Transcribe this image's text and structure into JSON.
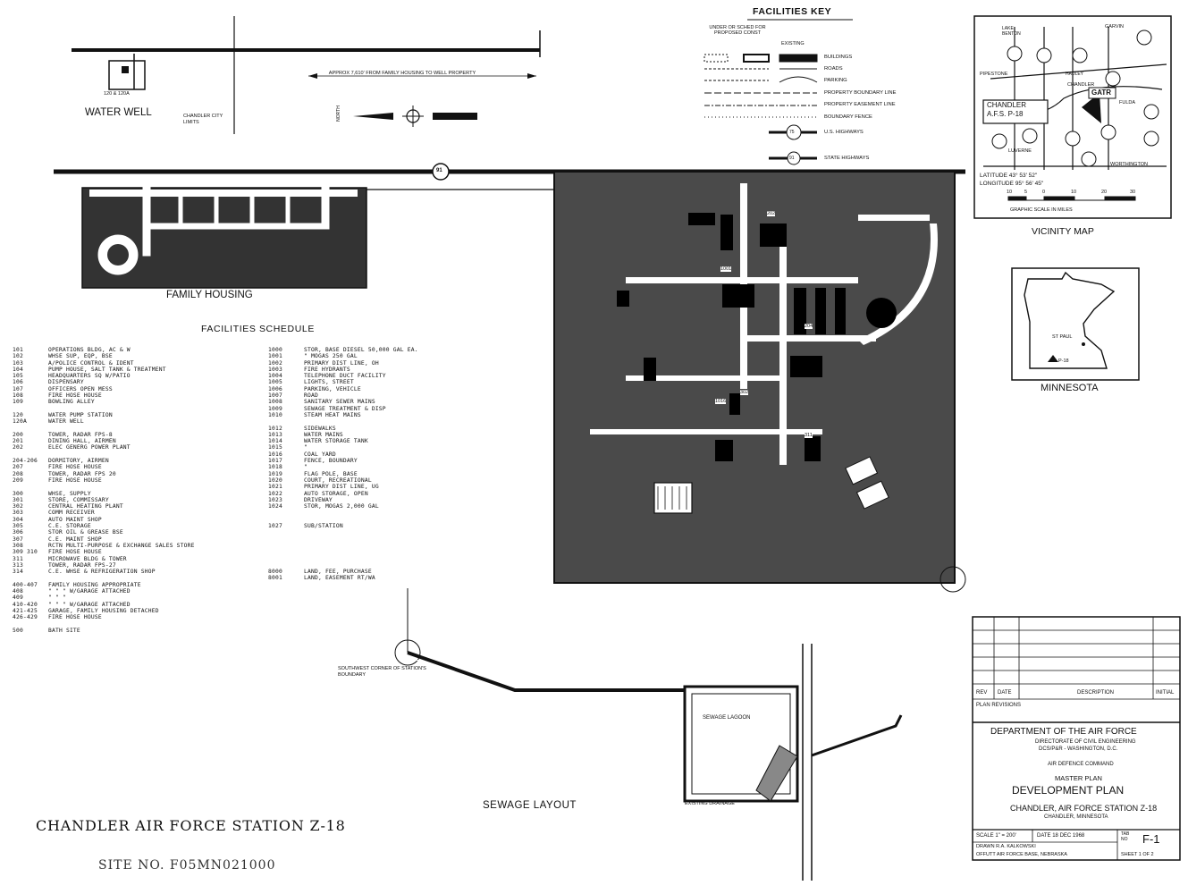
{
  "headings": {
    "facilities_key": "FACILITIES KEY",
    "water_well": "WATER WELL",
    "chandler_city_limits": "CHANDLER CITY LIMITS",
    "well_note": "APPROX 7,610' FROM FAMILY HOUSING TO WELL PROPERTY",
    "well_bldg": "120 & 120A",
    "north": "NORTH",
    "family_housing": "FAMILY HOUSING",
    "facilities_schedule": "FACILITIES SCHEDULE",
    "sewage_layout": "SEWAGE LAYOUT",
    "sewage_lagoon": "SEWAGE LAGOON",
    "existing_drainage": "EXISTING DRAINAGE",
    "southwest_corner": "SOUTHWEST CORNER OF STATION'S BOUNDARY",
    "vicinity_map": "VICINITY MAP",
    "minnesota": "MINNESOTA",
    "station_name": "CHANDLER AIR FORCE STATION Z-18",
    "site_no": "SITE NO. F05MN021000",
    "route_label": "91"
  },
  "key": {
    "col_headers": [
      "UNDER OR SCHED FOR PROPOSED CONST",
      "EXISTING"
    ],
    "items": [
      "BUILDINGS",
      "ROADS",
      "PARKING",
      "PROPERTY BOUNDARY LINE",
      "PROPERTY EASEMENT LINE",
      "BOUNDARY FENCE",
      "U.S. HIGHWAYS",
      "STATE HIGHWAYS"
    ],
    "us_shield": "75",
    "state_shield": "91"
  },
  "vicinity": {
    "towns": [
      "LAKE BENTON",
      "PIPESTONE",
      "CHANDLER",
      "CHANDLER A.F.S. P-18",
      "GATR",
      "FULDA",
      "LUVERNE",
      "WORTHINGTON",
      "GARVIN",
      "HADLEY"
    ],
    "latitude": "LATITUDE 43° 53' 52\"",
    "longitude": "LONGITUDE 95° 56' 45\"",
    "scale_ticks": [
      "10",
      "5",
      "0",
      "10",
      "20",
      "30"
    ],
    "scale_label": "GRAPHIC SCALE IN MILES",
    "st_paul": "ST PAUL",
    "p18": "P-18"
  },
  "schedule": {
    "left": [
      [
        "101",
        "OPERATIONS BLDG, AC & W"
      ],
      [
        "102",
        "WHSE SUP, EQP, BSE"
      ],
      [
        "103",
        "A/POLICE CONTROL & IDENT"
      ],
      [
        "104",
        "PUMP HOUSE, SALT TANK & TREATMENT"
      ],
      [
        "105",
        "HEADQUARTERS SQ W/PATIO"
      ],
      [
        "106",
        "DISPENSARY"
      ],
      [
        "107",
        "OFFICERS OPEN MESS"
      ],
      [
        "108",
        "FIRE HOSE HOUSE"
      ],
      [
        "109",
        "BOWLING ALLEY"
      ],
      [
        "",
        ""
      ],
      [
        "120",
        "WATER PUMP STATION"
      ],
      [
        "120A",
        "WATER WELL"
      ],
      [
        "",
        ""
      ],
      [
        "200",
        "TOWER, RADAR FPS-8"
      ],
      [
        "201",
        "DINING HALL, AIRMEN"
      ],
      [
        "202",
        "ELEC GENERG POWER PLANT"
      ],
      [
        "",
        ""
      ],
      [
        "204-206",
        "DORMITORY, AIRMEN"
      ],
      [
        "207",
        "FIRE HOSE HOUSE"
      ],
      [
        "208",
        "TOWER, RADAR FPS 20"
      ],
      [
        "209",
        "FIRE HOSE HOUSE"
      ],
      [
        "",
        ""
      ],
      [
        "300",
        "WHSE, SUPPLY"
      ],
      [
        "301",
        "STORE, COMMISSARY"
      ],
      [
        "302",
        "CENTRAL HEATING PLANT"
      ],
      [
        "303",
        "COMM RECEIVER"
      ],
      [
        "304",
        "AUTO MAINT SHOP"
      ],
      [
        "305",
        "C.E. STORAGE"
      ],
      [
        "306",
        "STOR OIL & GREASE BSE"
      ],
      [
        "307",
        "C.E. MAINT SHOP"
      ],
      [
        "308",
        "RCTN MULTI-PURPOSE & EXCHANGE SALES STORE"
      ],
      [
        "309 310",
        "FIRE HOSE HOUSE"
      ],
      [
        "311",
        "MICROWAVE BLDG & TOWER"
      ],
      [
        "313",
        "TOWER, RADAR FPS-27"
      ],
      [
        "314",
        "C.E. WHSE & REFRIGERATION SHOP"
      ],
      [
        "",
        ""
      ],
      [
        "400-407",
        "FAMILY HOUSING APPROPRIATE"
      ],
      [
        "408",
        "\"        \"        \"      W/GARAGE ATTACHED"
      ],
      [
        "409",
        "\"        \"        \""
      ],
      [
        "410-420",
        "\"        \"        \"      W/GARAGE ATTACHED"
      ],
      [
        "421-425",
        "GARAGE, FAMILY HOUSING DETACHED"
      ],
      [
        "426-429",
        "FIRE HOSE HOUSE"
      ],
      [
        "",
        ""
      ],
      [
        "500",
        "BATH SITE"
      ]
    ],
    "right": [
      [
        "1000",
        "STOR, BASE DIESEL 50,000 GAL EA."
      ],
      [
        "1001",
        "\"      MOGAS       250 GAL"
      ],
      [
        "1002",
        "PRIMARY DIST LINE, OH"
      ],
      [
        "1003",
        "FIRE HYDRANTS"
      ],
      [
        "1004",
        "TELEPHONE DUCT FACILITY"
      ],
      [
        "1005",
        "LIGHTS, STREET"
      ],
      [
        "1006",
        "PARKING, VEHICLE"
      ],
      [
        "1007",
        "ROAD"
      ],
      [
        "1008",
        "SANITARY SEWER MAINS"
      ],
      [
        "1009",
        "SEWAGE TREATMENT & DISP"
      ],
      [
        "1010",
        "STEAM HEAT MAINS"
      ],
      [
        "",
        ""
      ],
      [
        "1012",
        "SIDEWALKS"
      ],
      [
        "1013",
        "WATER MAINS"
      ],
      [
        "1014",
        "WATER STORAGE TANK"
      ],
      [
        "1015",
        "\""
      ],
      [
        "1016",
        "COAL YARD"
      ],
      [
        "1017",
        "FENCE, BOUNDARY"
      ],
      [
        "1018",
        "\""
      ],
      [
        "1019",
        "FLAG POLE, BASE"
      ],
      [
        "1020",
        "COURT, RECREATIONAL"
      ],
      [
        "1021",
        "PRIMARY DIST LINE, UG"
      ],
      [
        "1022",
        "AUTO STORAGE, OPEN"
      ],
      [
        "1023",
        "DRIVEWAY"
      ],
      [
        "1024",
        "STOR, MOGAS 2,000 GAL"
      ],
      [
        "",
        ""
      ],
      [
        "",
        ""
      ],
      [
        "1027",
        "SUB/STATION"
      ],
      [
        "",
        ""
      ],
      [
        "",
        ""
      ],
      [
        "",
        ""
      ],
      [
        "",
        ""
      ],
      [
        "",
        ""
      ],
      [
        "",
        ""
      ],
      [
        "8000",
        "LAND, FEE, PURCHASE"
      ],
      [
        "8001",
        "LAND, EASEMENT RT/WA"
      ]
    ]
  },
  "site_labels": [
    "1001",
    "202",
    "204",
    "302",
    "1016",
    "311"
  ],
  "title_block": {
    "rev_headers": [
      "REV",
      "DATE",
      "DESCRIPTION",
      "INITIAL"
    ],
    "plan_revisions": "PLAN REVISIONS",
    "department": "DEPARTMENT OF THE AIR FORCE",
    "directorate": "DIRECTORATE OF CIVIL ENGINEERING",
    "dcs": "DCS/P&R - WASHINGTON, D.C.",
    "command": "AIR DEFENCE COMMAND",
    "master_plan": "MASTER PLAN",
    "development_plan": "DEVELOPMENT PLAN",
    "station": "CHANDLER, AIR FORCE STATION Z-18",
    "location": "CHANDLER, MINNESOTA",
    "scale": "SCALE 1\" = 200'",
    "date": "DATE 18 DEC 1968",
    "drawn": "DRAWN  R.A. KALKOWSKI",
    "office": "OFFUTT AIR FORCE BASE, NEBRASKA",
    "tab_label": "TAB NO",
    "tab_no": "F-1",
    "sheet": "SHEET 1 OF 2"
  }
}
